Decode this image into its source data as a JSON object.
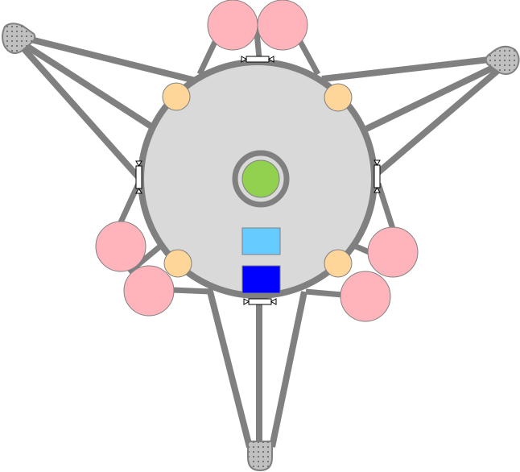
{
  "palette": {
    "background": "#ffffff",
    "strut": "#808080",
    "platform_fill": "#d9d9d9",
    "platform_stroke": "#808080",
    "core_fill": "#92d050",
    "core_ring": "#808080",
    "buoyancy_fill": "#ffb3ba",
    "buoyancy_stroke": "#808080",
    "thruster_fill": "#ffd699",
    "thruster_stroke": "#808080",
    "module_light": "#66ccff",
    "module_dark": "#0000ff",
    "anchor_fill": "#c0c0c0",
    "anchor_dots": "#404040",
    "connector_fill": "#ffffff",
    "connector_stroke": "#000000"
  },
  "components": {
    "anchors": [
      "anchor-left",
      "anchor-right",
      "anchor-bottom"
    ],
    "buoyancy_pods": 6,
    "thrusters": 4,
    "connectors": 4,
    "modules": [
      "module-light",
      "module-dark"
    ],
    "core": "core-node"
  }
}
